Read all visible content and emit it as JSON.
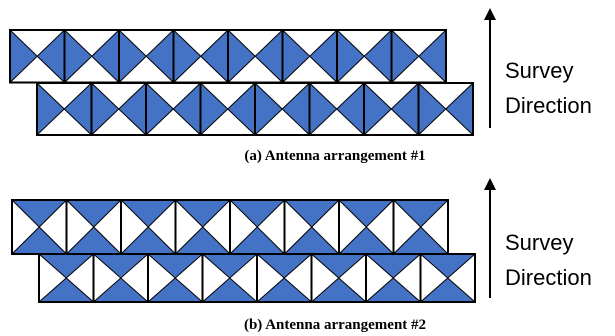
{
  "colors": {
    "fill": "#4472C4",
    "stroke": "#000000",
    "background": "#ffffff"
  },
  "arrays": [
    {
      "caption": "(a) Antenna arrangement #1",
      "fill_axis": "horizontal",
      "rows": [
        {
          "elements": 8
        },
        {
          "elements": 8
        }
      ],
      "arrow_label": [
        "Survey",
        "Direction"
      ]
    },
    {
      "caption": "(b) Antenna arrangement #2",
      "fill_axis": "vertical",
      "rows": [
        {
          "elements": 8
        },
        {
          "elements": 8
        }
      ],
      "arrow_label": [
        "Survey",
        "Direction"
      ]
    }
  ]
}
